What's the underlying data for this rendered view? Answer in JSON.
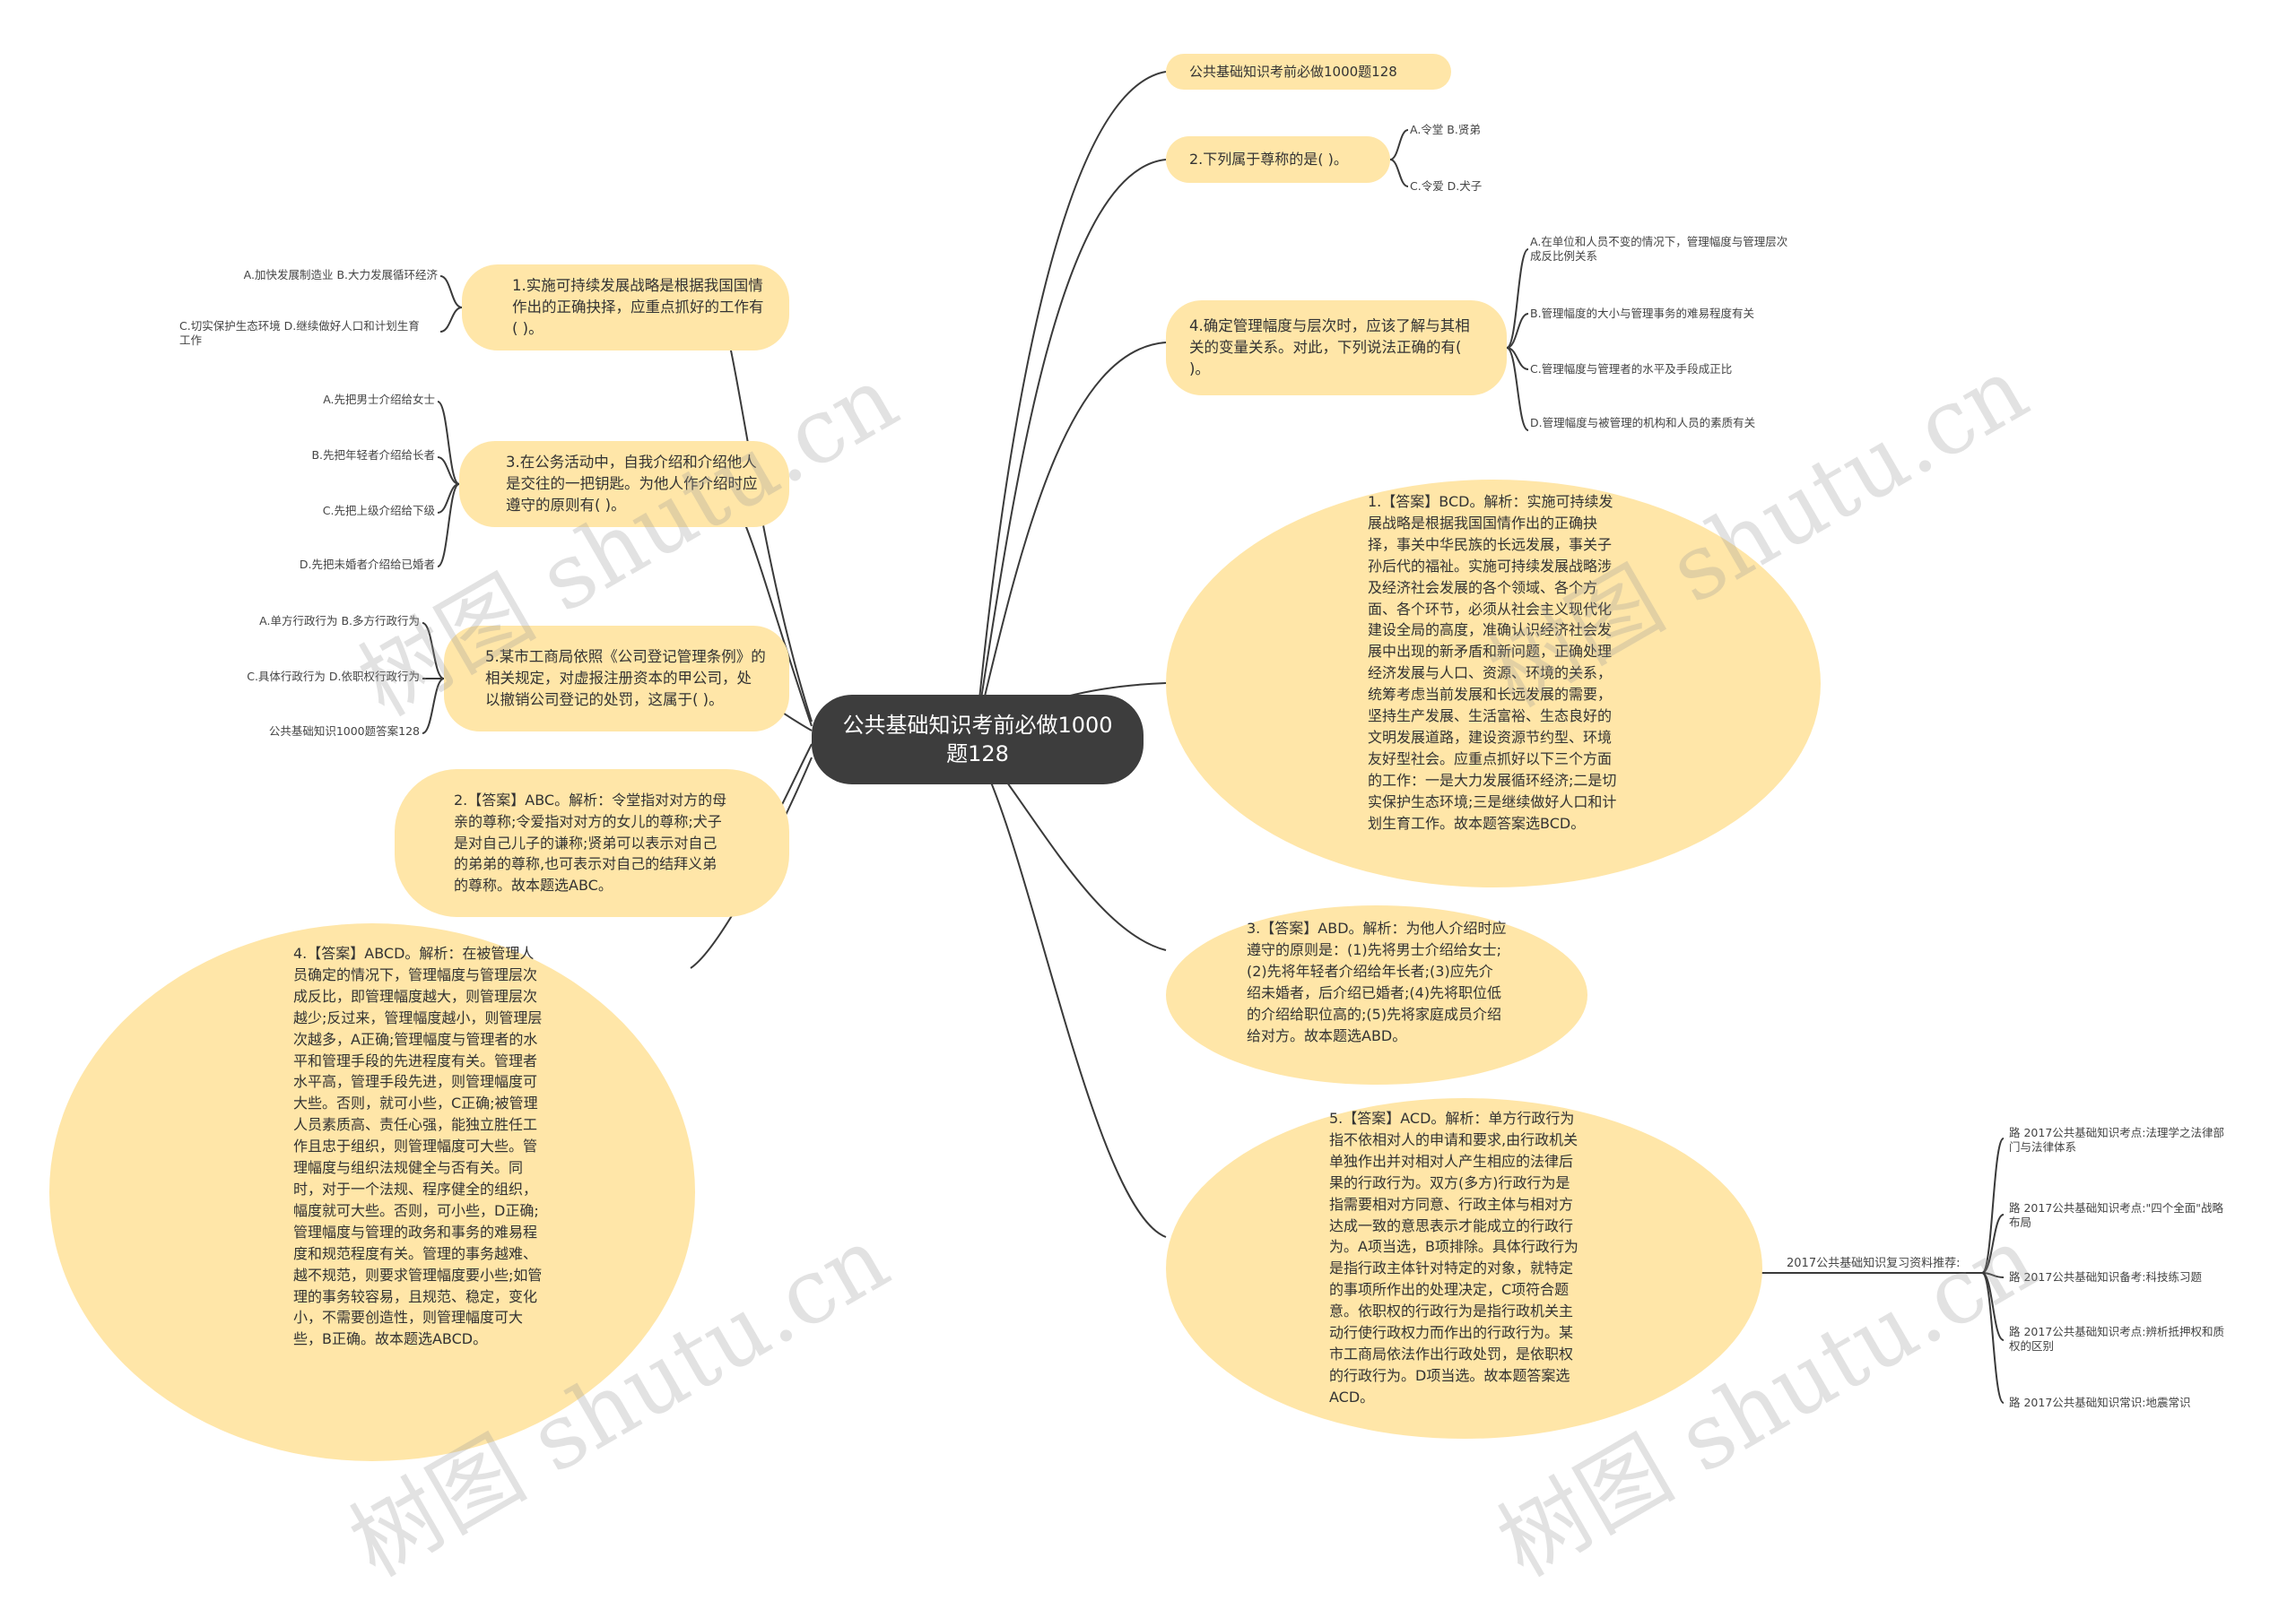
{
  "center": "公共基础知识考前必做1000题128",
  "right": {
    "title_node": "公共基础知识考前必做1000题128",
    "q2": {
      "label": "2.下列属于尊称的是( )。",
      "options": [
        "A.令堂 B.贤弟",
        "C.令爱 D.犬子"
      ]
    },
    "q4": {
      "label": "4.确定管理幅度与层次时，应该了解与其相关的变量关系。对此，下列说法正确的有( )。",
      "options": [
        "A.在单位和人员不变的情况下，管理幅度与管理层次成反比例关系",
        "B.管理幅度的大小与管理事务的难易程度有关",
        "C.管理幅度与管理者的水平及手段成正比",
        "D.管理幅度与被管理的机构和人员的素质有关"
      ]
    },
    "a1": "1.【答案】BCD。解析：实施可持续发展战略是根据我国国情作出的正确抉择，事关中华民族的长远发展，事关子孙后代的福祉。实施可持续发展战略涉及经济社会发展的各个领域、各个方面、各个环节，必须从社会主义现代化建设全局的高度，准确认识经济社会发展中出现的新矛盾和新问题，正确处理经济发展与人口、资源、环境的关系，统筹考虑当前发展和长远发展的需要，坚持生产发展、生活富裕、生态良好的文明发展道路，建设资源节约型、环境友好型社会。应重点抓好以下三个方面的工作：一是大力发展循环经济;二是切实保护生态环境;三是继续做好人口和计划生育工作。故本题答案选BCD。",
    "a3": "3.【答案】ABD。解析：为他人介绍时应遵守的原则是：(1)先将男士介绍给女士;(2)先将年轻者介绍给年长者;(3)应先介绍未婚者，后介绍已婚者;(4)先将职位低的介绍给职位高的;(5)先将家庭成员介绍给对方。故本题选ABD。",
    "a5": "5.【答案】ACD。解析：单方行政行为指不依相对人的申请和要求,由行政机关单独作出并对相对人产生相应的法律后果的行政行为。双方(多方)行政行为是指需要相对方同意、行政主体与相对方达成一致的意思表示才能成立的行政行为。A项当选，B项排除。具体行政行为是指行政主体针对特定的对象，就特定的事项所作出的处理决定，C项符合题意。依职权的行政行为是指行政机关主动行使行政权力而作出的行政行为。某市工商局依法作出行政处罚，是依职权的行政行为。D项当选。故本题答案选ACD。",
    "recommend": {
      "label": "2017公共基础知识复习资料推荐:",
      "items": [
        "路 2017公共基础知识考点:法理学之法律部门与法律体系",
        "路 2017公共基础知识考点:\"四个全面\"战略布局",
        "路 2017公共基础知识备考:科技练习题",
        "路 2017公共基础知识考点:辨析抵押权和质权的区别",
        "路 2017公共基础知识常识:地震常识"
      ]
    }
  },
  "left": {
    "q1": {
      "label": "1.实施可持续发展战略是根据我国国情作出的正确抉择，应重点抓好的工作有( )。",
      "options": [
        "A.加快发展制造业 B.大力发展循环经济",
        "C.切实保护生态环境 D.继续做好人口和计划生育工作"
      ]
    },
    "q3": {
      "label": "3.在公务活动中，自我介绍和介绍他人是交往的一把钥匙。为他人作介绍时应遵守的原则有( )。",
      "options": [
        "A.先把男士介绍给女士",
        "B.先把年轻者介绍给长者",
        "C.先把上级介绍给下级",
        "D.先把未婚者介绍给已婚者"
      ]
    },
    "q5": {
      "label": "5.某市工商局依照《公司登记管理条例》的相关规定，对虚报注册资本的甲公司，处以撤销公司登记的处罚，这属于( )。",
      "options": [
        "A.单方行政行为 B.多方行政行为",
        "C.具体行政行为 D.依职权行政行为",
        "公共基础知识1000题答案128"
      ]
    },
    "a2": "2.【答案】ABC。解析：令堂指对对方的母亲的尊称;令爱指对对方的女儿的尊称;犬子是对自己儿子的谦称;贤弟可以表示对自己的弟弟的尊称,也可表示对自己的结拜义弟的尊称。故本题选ABC。",
    "a4": "4.【答案】ABCD。解析：在被管理人员确定的情况下，管理幅度与管理层次成反比，即管理幅度越大，则管理层次越少;反过来，管理幅度越小，则管理层次越多，A正确;管理幅度与管理者的水平和管理手段的先进程度有关。管理者水平高，管理手段先进，则管理幅度可大些。否则，就可小些，C正确;被管理人员素质高、责任心强，能独立胜任工作且忠于组织，则管理幅度可大些。管理幅度与组织法规健全与否有关。同时，对于一个法规、程序健全的组织，幅度就可大些。否则，可小些，D正确;管理幅度与管理的政务和事务的难易程度和规范程度有关。管理的事务越难、越不规范，则要求管理幅度要小些;如管理的事务较容易，且规范、稳定，变化小，不需要创造性，则管理幅度可大些，B正确。故本题选ABCD。"
  },
  "watermark": "树图 shutu.cn"
}
